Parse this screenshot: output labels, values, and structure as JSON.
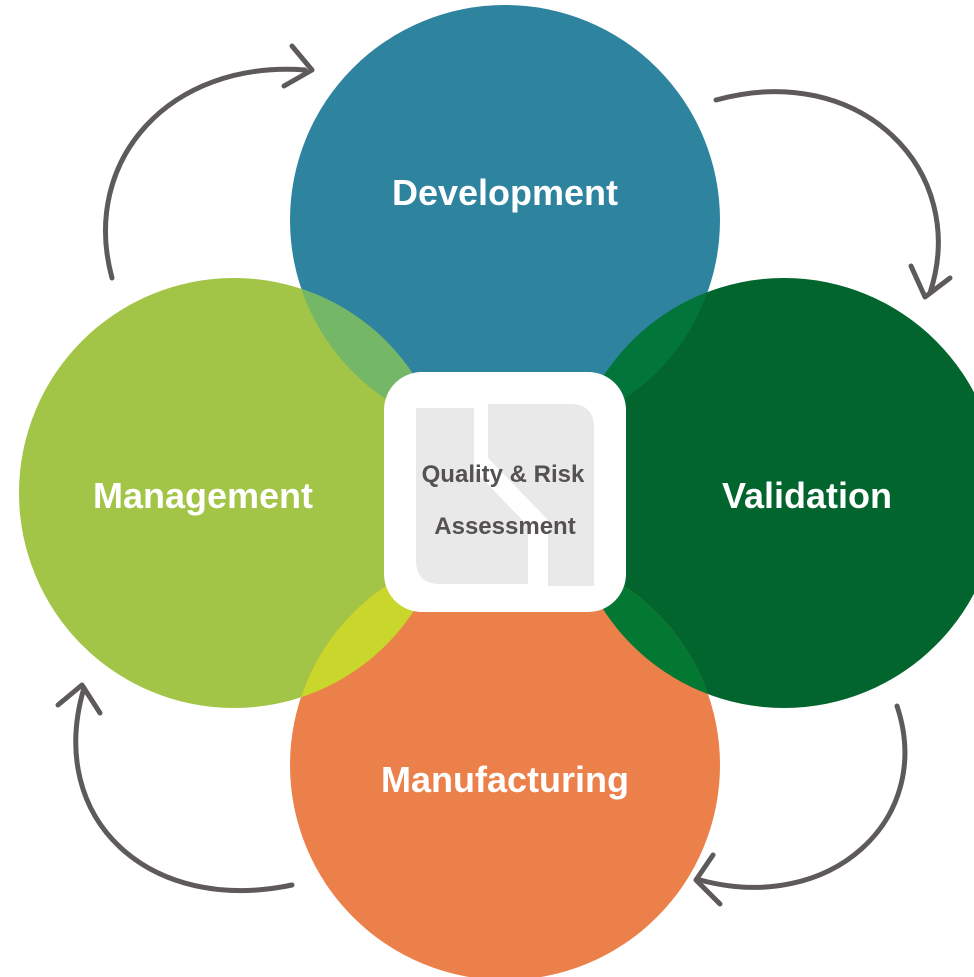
{
  "diagram": {
    "circles": {
      "development": {
        "label": "Development",
        "color": "#2e839f"
      },
      "validation": {
        "label": "Validation",
        "color": "#02652e"
      },
      "manufacturing": {
        "label": "Manufacturing",
        "color": "#ec804a"
      },
      "management": {
        "label": "Management",
        "color": "#a2c547"
      }
    },
    "overlaps": {
      "development_management": "#74b767",
      "development_validation": "#02763a",
      "validation_manufacturing": "#027833",
      "manufacturing_management": "#c9d62b"
    },
    "center": {
      "line1": "Quality & Risk",
      "line2": "Assessment",
      "text_color": "#555152",
      "logo_watermark": "logo-watermark"
    },
    "arrows": {
      "color": "#5e5a5a",
      "direction": "clockwise"
    }
  }
}
